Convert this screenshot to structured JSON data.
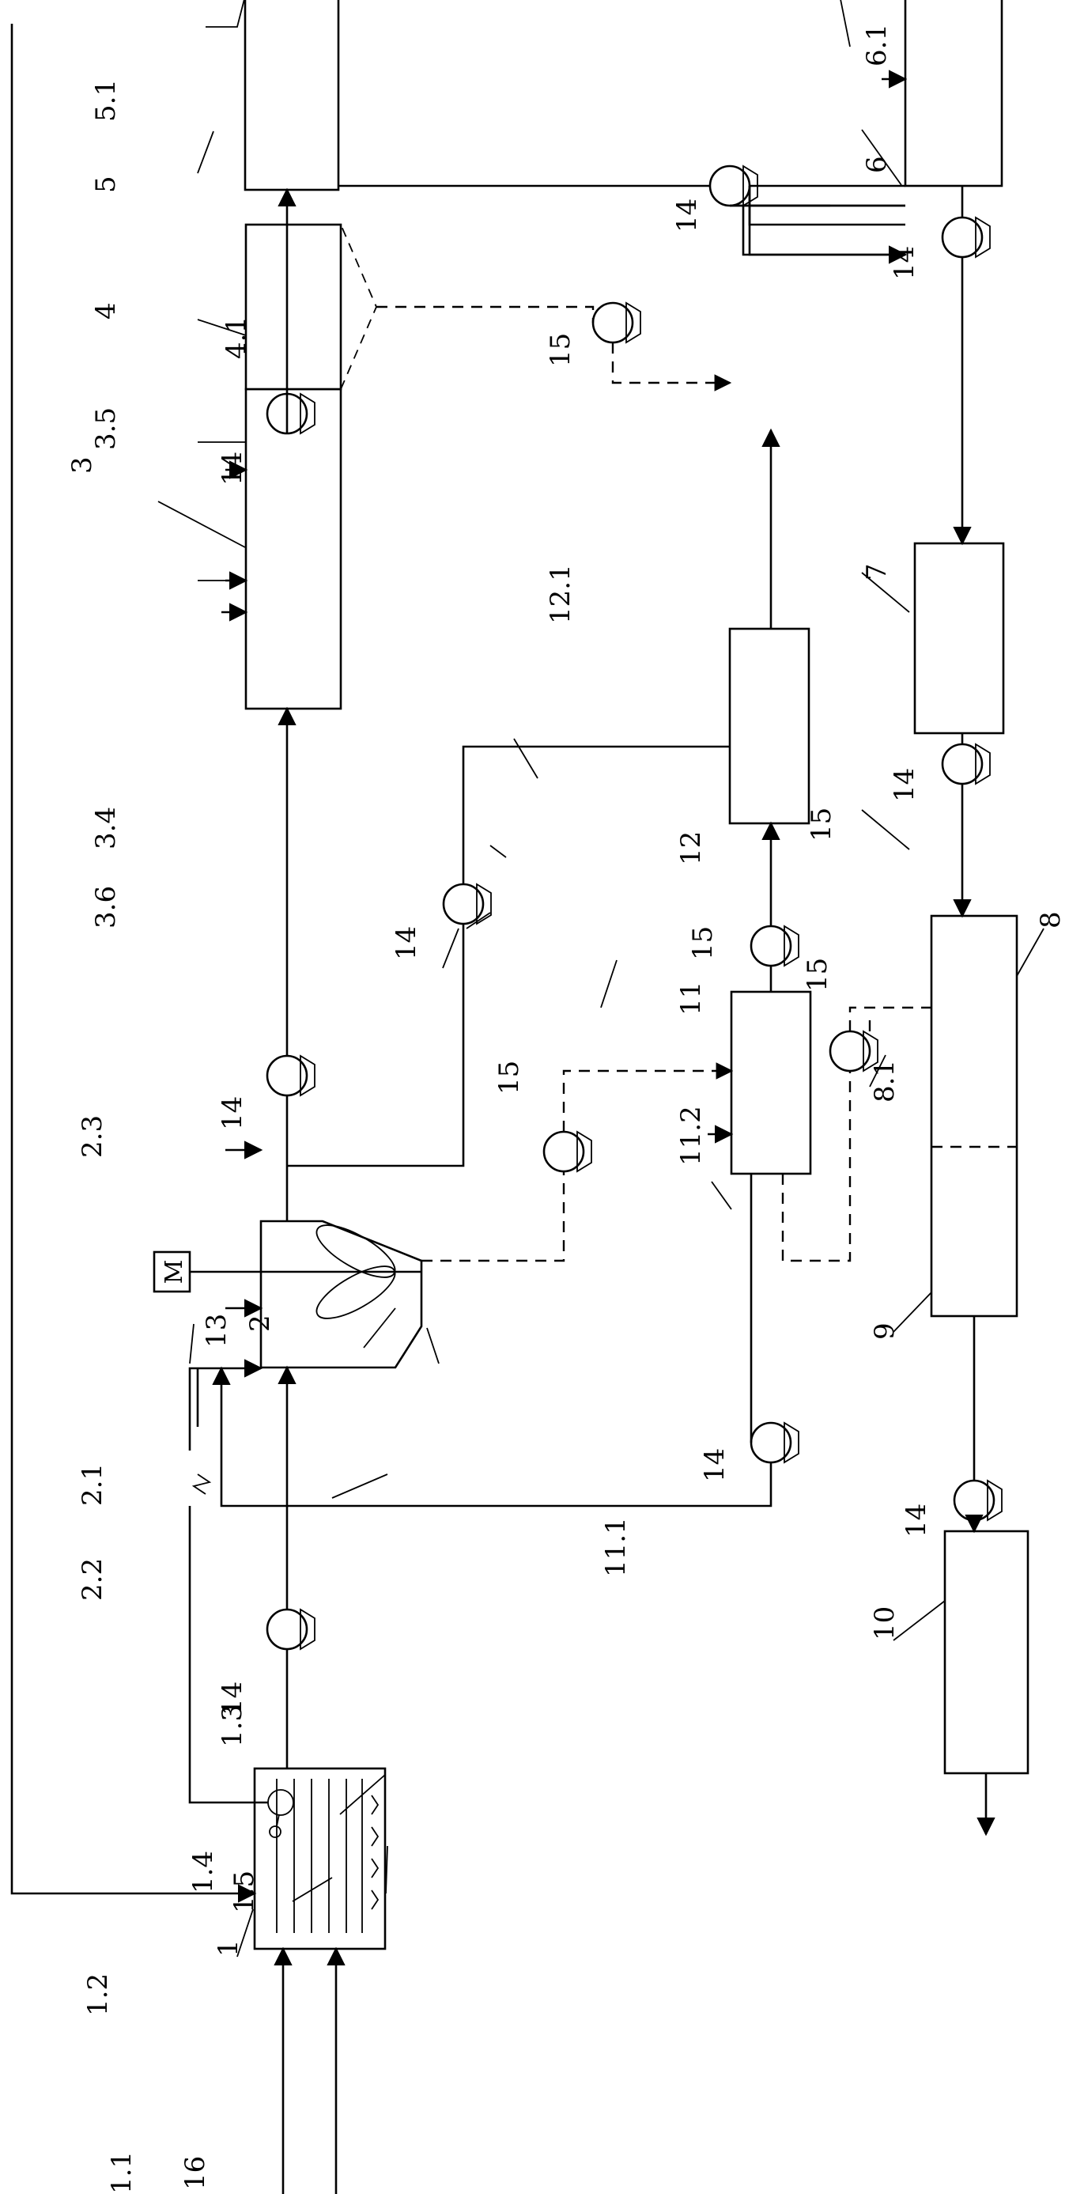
{
  "labels": {
    "l1_1": "1.1",
    "l16": "16",
    "l1_2": "1.2",
    "l1": "1",
    "l1_4": "1.4",
    "l1_5": "1.5",
    "l1_3": "1.3",
    "l2_2": "2.2",
    "l2_1": "2.1",
    "l2_3": "2.3",
    "l2": "2",
    "l13": "13",
    "l3": "3",
    "l3_4": "3.4",
    "l3_6": "3.6",
    "l3_5": "3.5",
    "l4": "4",
    "l4_1": "4.1",
    "l5": "5",
    "l5_1": "5.1",
    "l6": "6",
    "l6_1": "6.1",
    "l7": "7",
    "l8": "8",
    "l8_1": "8.1",
    "l9": "9",
    "l10": "10",
    "l11": "11",
    "l11_1": "11.1",
    "l11_2": "11.2",
    "l12": "12",
    "l12_1": "12.1",
    "p14_a": "14",
    "p14_b": "14",
    "p14_c": "14",
    "p14_d": "14",
    "p14_e": "14",
    "p14_f": "14",
    "p14_g": "14",
    "p14_h": "14",
    "p14_i": "14",
    "p15_a": "15",
    "p15_b": "15",
    "p15_c": "15",
    "p15_d": "15",
    "p15_e": "15",
    "motor": "M"
  }
}
